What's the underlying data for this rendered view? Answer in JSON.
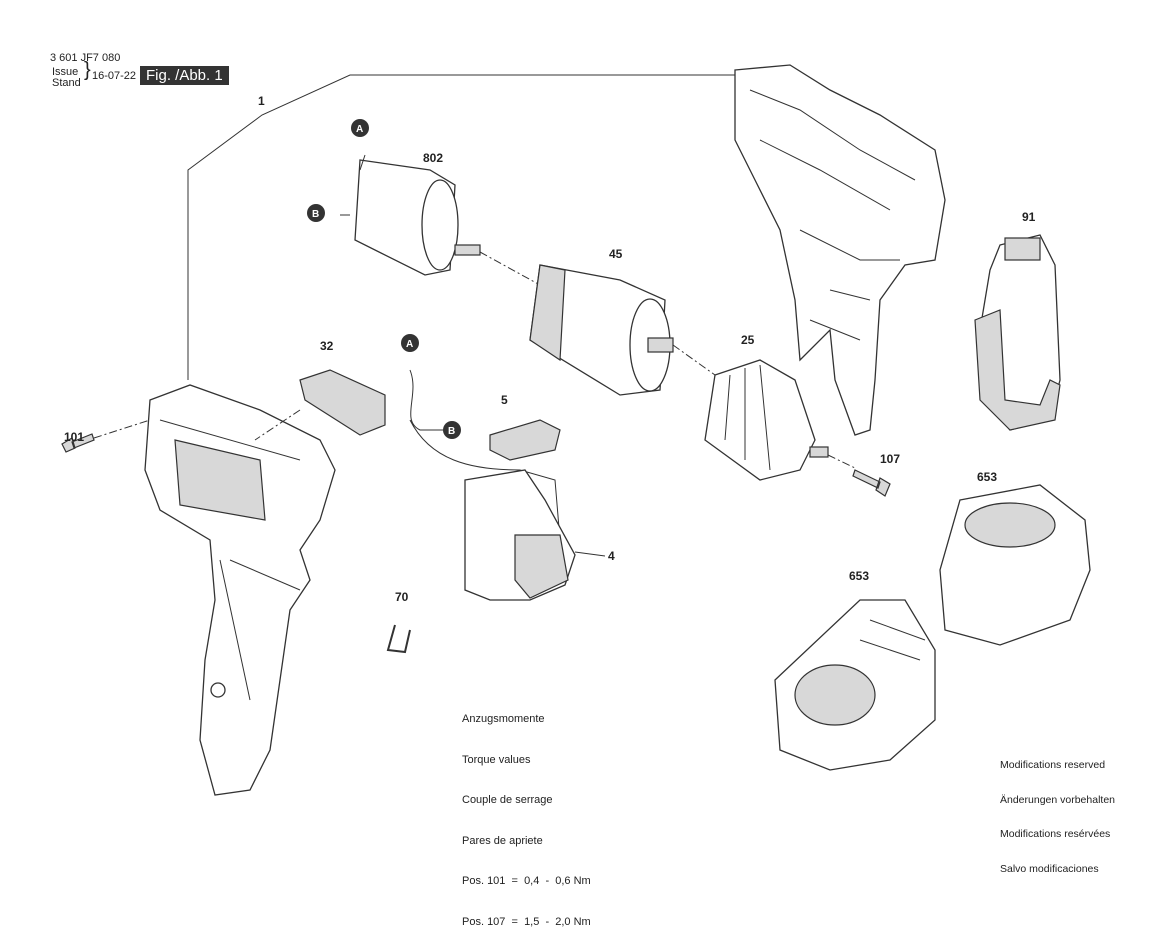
{
  "header": {
    "part_number": "3 601 JF7 080",
    "issue_label": "Issue",
    "stand_label": "Stand",
    "date": "16-07-22",
    "figure": "Fig. /Abb. 1"
  },
  "parts": {
    "p1": "1",
    "p802": "802",
    "p45": "45",
    "p25": "25",
    "p91": "91",
    "p32": "32",
    "p101": "101",
    "p5": "5",
    "p4": "4",
    "p107": "107",
    "p653a": "653",
    "p653b": "653",
    "p70": "70"
  },
  "connectors": {
    "a1": "A",
    "b1": "B",
    "a2": "A",
    "b2": "B"
  },
  "torque_notes": [
    "Anzugsmomente",
    "Torque values",
    "Couple de serrage",
    "Pares de apriete",
    "Pos. 101  =  0,4  -  0,6 Nm",
    "Pos. 107  =  1,5  -  2,0 Nm"
  ],
  "modifications_notes": [
    "Modifications reserved",
    "Änderungen vorbehalten",
    "Modifications resérvées",
    "Salvo modificaciones"
  ]
}
